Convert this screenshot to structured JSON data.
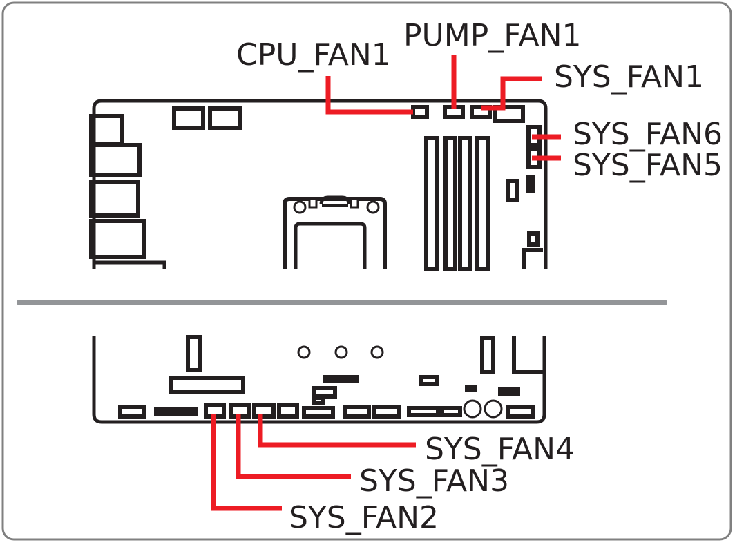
{
  "diagram": {
    "colors": {
      "outline": "#231f20",
      "highlight": "#ed1c24",
      "divider": "#939598",
      "frame": "#808080"
    },
    "top_view": {
      "labels": {
        "cpu_fan1": "CPU_FAN1",
        "pump_fan1": "PUMP_FAN1",
        "sys_fan1": "SYS_FAN1",
        "sys_fan6": "SYS_FAN6",
        "sys_fan5": "SYS_FAN5"
      }
    },
    "bottom_view": {
      "labels": {
        "sys_fan4": "SYS_FAN4",
        "sys_fan3": "SYS_FAN3",
        "sys_fan2": "SYS_FAN2"
      }
    }
  }
}
